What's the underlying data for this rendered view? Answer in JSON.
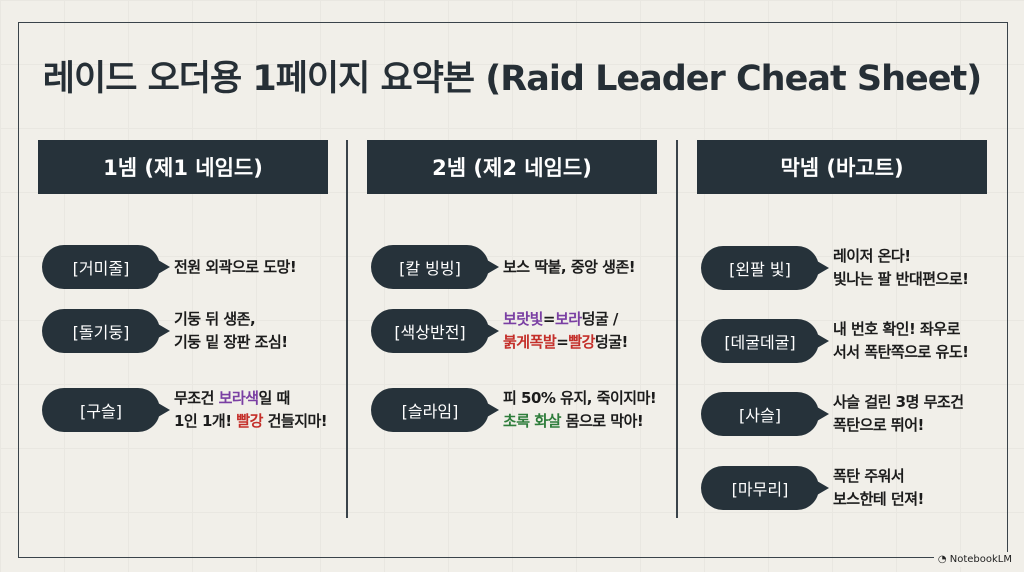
{
  "title": "레이드 오더용 1페이지 요약본 (Raid Leader Cheat Sheet)",
  "colors": {
    "purple": "#7a3fa3",
    "red": "#c42f2a",
    "green": "#2e7d3b"
  },
  "columns": [
    {
      "header": "1넴 (제1 네임드)",
      "items": [
        {
          "tag": "[거미줄]",
          "lines": [
            [
              {
                "t": "전원 외곽으로 도망!"
              }
            ]
          ]
        },
        {
          "tag": "[돌기둥]",
          "lines": [
            [
              {
                "t": "기둥 뒤 생존,"
              }
            ],
            [
              {
                "t": "기둥 밑 장판 조심!"
              }
            ]
          ]
        },
        {
          "tag": "[구슬]",
          "lines": [
            [
              {
                "t": "무조건 "
              },
              {
                "t": "보라색",
                "c": "purple"
              },
              {
                "t": "일 때"
              }
            ],
            [
              {
                "t": "1인 1개! "
              },
              {
                "t": "빨강",
                "c": "red"
              },
              {
                "t": " 건들지마!"
              }
            ]
          ]
        }
      ]
    },
    {
      "header": "2넴 (제2 네임드)",
      "items": [
        {
          "tag": "[칼 빙빙]",
          "lines": [
            [
              {
                "t": "보스 딱붙, 중앙 생존!"
              }
            ]
          ]
        },
        {
          "tag": "[색상반전]",
          "lines": [
            [
              {
                "t": "보랏빛",
                "c": "purple"
              },
              {
                "t": "="
              },
              {
                "t": "보라",
                "c": "purple"
              },
              {
                "t": "덩굴 /"
              }
            ],
            [
              {
                "t": "붉게폭발",
                "c": "red"
              },
              {
                "t": "="
              },
              {
                "t": "빨강",
                "c": "red"
              },
              {
                "t": "덩굴!"
              }
            ]
          ]
        },
        {
          "tag": "[슬라임]",
          "lines": [
            [
              {
                "t": "피 50% 유지, 죽이지마!"
              }
            ],
            [
              {
                "t": "초록 화살",
                "c": "green"
              },
              {
                "t": " 몸으로 막아!"
              }
            ]
          ]
        }
      ]
    },
    {
      "header": "막넴 (바고트)",
      "items": [
        {
          "tag": "[왼팔 빛]",
          "lines": [
            [
              {
                "t": "레이저 온다!"
              }
            ],
            [
              {
                "t": "빛나는 팔 반대편으로!"
              }
            ]
          ]
        },
        {
          "tag": "[데굴데굴]",
          "lines": [
            [
              {
                "t": "내 번호 확인! 좌우로"
              }
            ],
            [
              {
                "t": "서서 폭탄쪽으로 유도!"
              }
            ]
          ]
        },
        {
          "tag": "[사슬]",
          "lines": [
            [
              {
                "t": "사슬 걸린 3명 무조건"
              }
            ],
            [
              {
                "t": "폭탄으로 뛰어!"
              }
            ]
          ]
        },
        {
          "tag": "[마무리]",
          "lines": [
            [
              {
                "t": "폭탄 주워서"
              }
            ],
            [
              {
                "t": "보스한테 던져!"
              }
            ]
          ]
        }
      ]
    }
  ],
  "brand": "NotebookLM"
}
